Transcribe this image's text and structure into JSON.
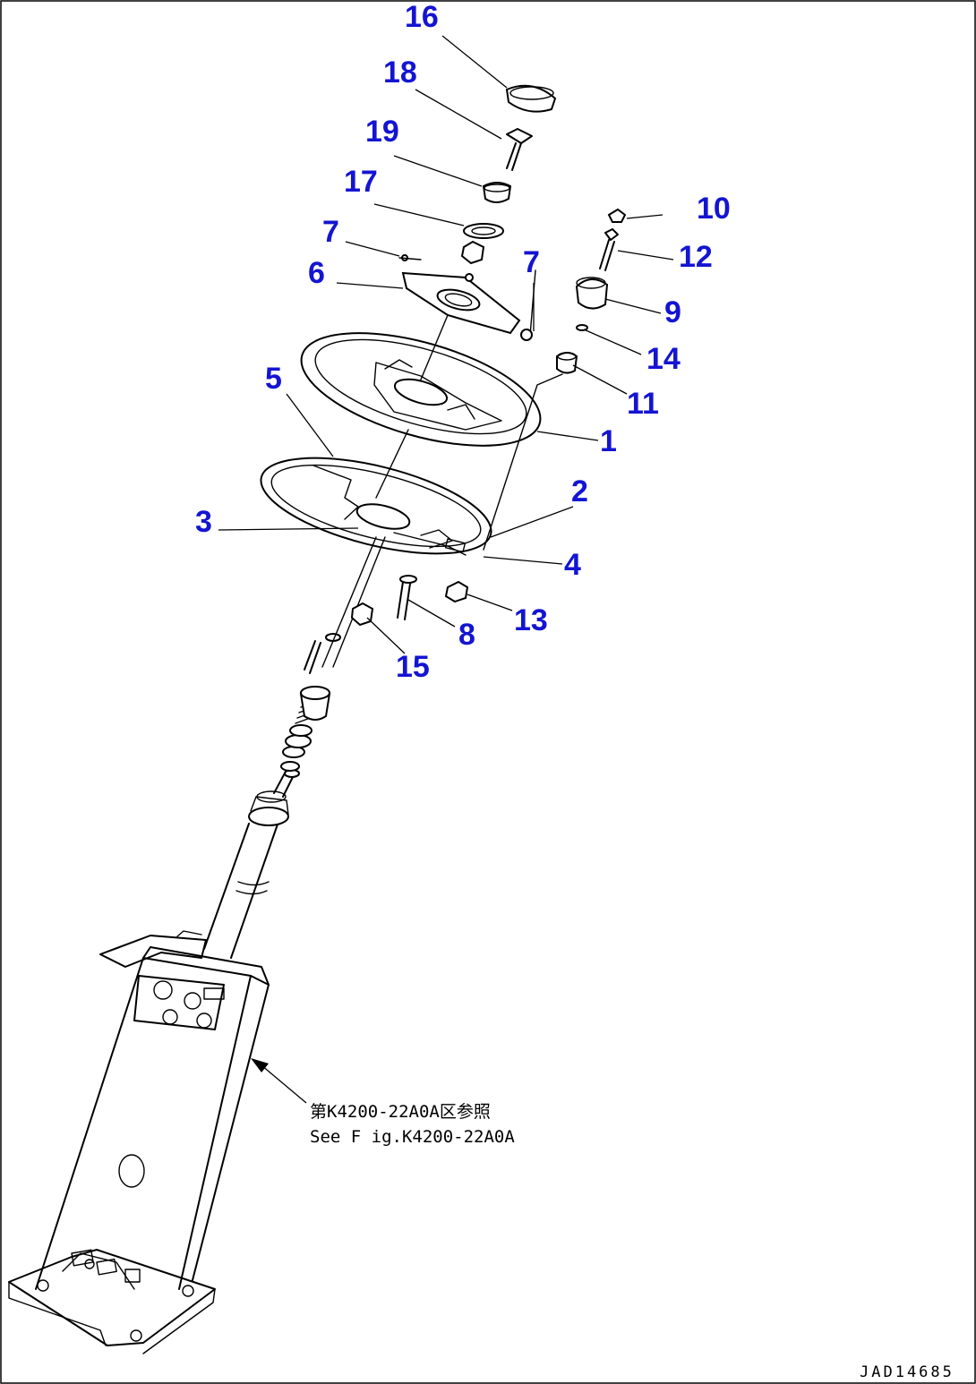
{
  "diagram": {
    "callouts": [
      {
        "id": "c16",
        "label": "16"
      },
      {
        "id": "c18",
        "label": "18"
      },
      {
        "id": "c19",
        "label": "19"
      },
      {
        "id": "c17",
        "label": "17"
      },
      {
        "id": "c7a",
        "label": "7"
      },
      {
        "id": "c6",
        "label": "6"
      },
      {
        "id": "c7b",
        "label": "7"
      },
      {
        "id": "c10",
        "label": "10"
      },
      {
        "id": "c12",
        "label": "12"
      },
      {
        "id": "c9",
        "label": "9"
      },
      {
        "id": "c14",
        "label": "14"
      },
      {
        "id": "c11",
        "label": "11"
      },
      {
        "id": "c1",
        "label": "1"
      },
      {
        "id": "c5",
        "label": "5"
      },
      {
        "id": "c2",
        "label": "2"
      },
      {
        "id": "c3",
        "label": "3"
      },
      {
        "id": "c4",
        "label": "4"
      },
      {
        "id": "c13",
        "label": "13"
      },
      {
        "id": "c8",
        "label": "8"
      },
      {
        "id": "c15",
        "label": "15"
      }
    ],
    "reference_note": {
      "line1": "第K4200-22A0A区参照",
      "line2": "See F ig.K4200-22A0A"
    },
    "drawing_number": "JAD14685",
    "colors": {
      "callout": "#1414d2",
      "linework": "#000000",
      "background": "#ffffff"
    }
  }
}
